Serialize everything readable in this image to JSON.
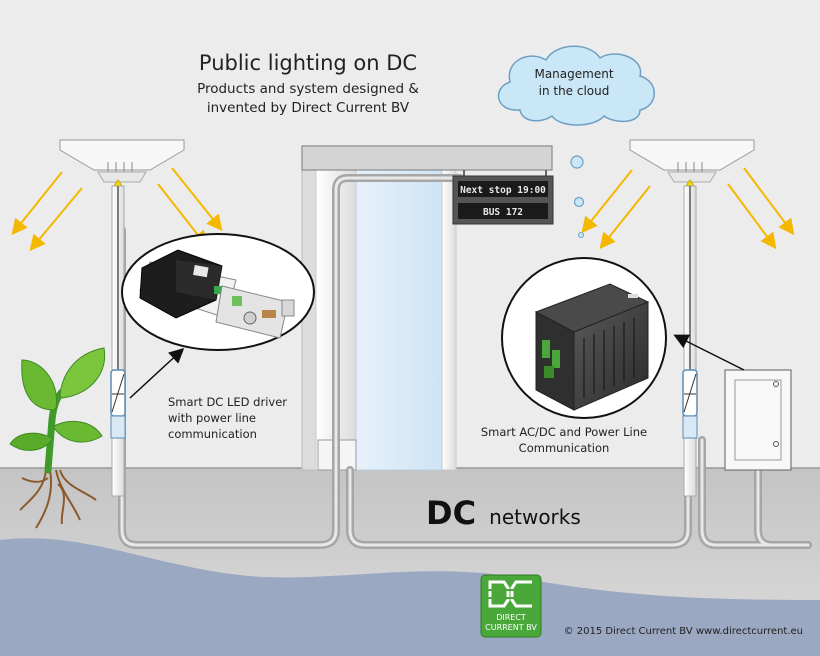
{
  "title": {
    "main": "Public lighting on DC",
    "line1": "Products and system designed &",
    "line2": "invented by Direct Current BV"
  },
  "cloud": {
    "line1": "Management",
    "line2": "in the cloud"
  },
  "bus_sign": {
    "line1": "Next stop 19:00",
    "line2": "BUS 172"
  },
  "led_driver": {
    "line1": "Smart DC LED driver",
    "line2": "with power line",
    "line3": "communication"
  },
  "acdc": {
    "line1": "Smart AC/DC and Power Line",
    "line2": "Communication"
  },
  "network": {
    "bold": "DC",
    "rest": "networks"
  },
  "logo": {
    "line1": "DIRECT",
    "line2": "CURRENT BV"
  },
  "copyright": "© 2015 Direct Current BV www.directcurrent.eu",
  "colors": {
    "background": "#ececec",
    "ground": "#d9d9d9",
    "water": "#9aa8c2",
    "cable": "#a6a6a6",
    "light_rays": "#f5b800",
    "cloud": "#c9e7f7",
    "logo_green": "#4aa83a",
    "sign_bg": "#1a1a1a",
    "sign_text": "#e8e8e8"
  },
  "icons": [
    "lamp-post-icon",
    "plant-icon",
    "bus-shelter-icon",
    "led-driver-icon",
    "acdc-converter-icon",
    "cabinet-icon",
    "cloud-icon",
    "dc-logo-icon"
  ]
}
